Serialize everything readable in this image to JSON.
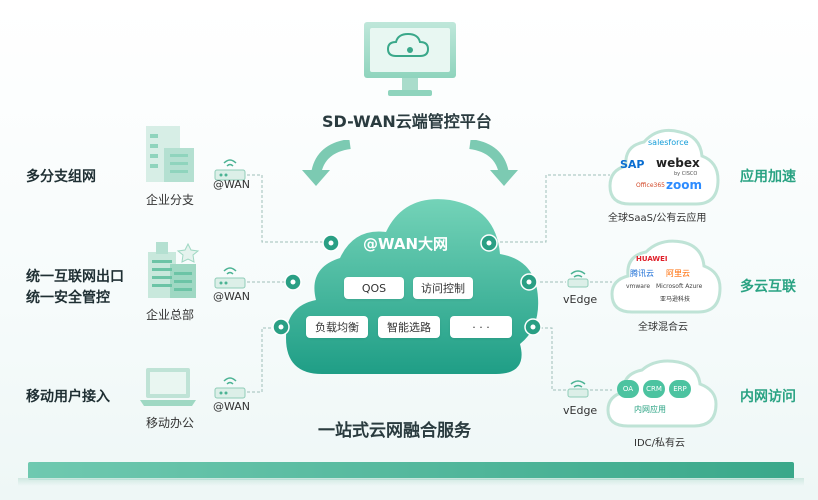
{
  "platform": {
    "title": "SD-WAN云端管控平台"
  },
  "left_labels": {
    "branch": "多分支组网",
    "hq_line1": "统一互联网出口",
    "hq_line2": "统一安全管控",
    "mobile": "移动用户接入"
  },
  "sites": {
    "branch": "企业分支",
    "hq": "企业总部",
    "mobile": "移动办公"
  },
  "router_label": "@WAN",
  "cloud": {
    "title": "@WAN大网",
    "services": [
      "QOS",
      "访问控制",
      "负载均衡",
      "智能选路",
      "· · ·"
    ]
  },
  "slogan": "一站式云网融合服务",
  "vedge_label": "vEdge",
  "right_clouds": {
    "saas": {
      "caption": "全球SaaS/公有云应用",
      "logos": [
        "salesforce",
        "SAP",
        "webex",
        "by CISCO",
        "Office365",
        "zoom"
      ]
    },
    "multi": {
      "caption": "全球混合云",
      "logos": [
        "HUAWEI",
        "腾讯云",
        "阿里云",
        "vmware",
        "Microsoft Azure",
        "亚马逊科技"
      ]
    },
    "idc": {
      "caption": "IDC/私有云",
      "pills": [
        "OA",
        "CRM",
        "ERP"
      ],
      "inner_label": "内网应用"
    }
  },
  "right_labels": {
    "saas": "应用加速",
    "multi": "多云互联",
    "idc": "内网访问"
  },
  "colors": {
    "teal": "#2aa383",
    "cloud_dark": "#1f9e86",
    "cloud_light": "#6fd0b5",
    "line": "#a8c8c2"
  }
}
